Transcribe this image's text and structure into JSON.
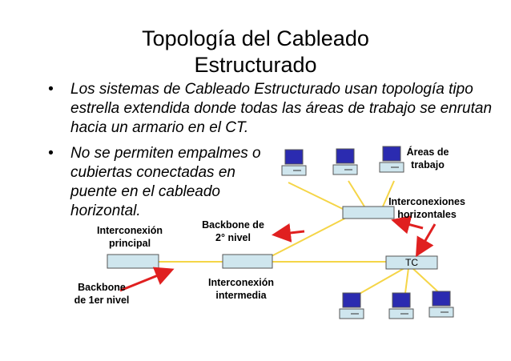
{
  "title": {
    "line1": "Topología del Cableado",
    "line2": "Estructurado"
  },
  "bullets": [
    "Los sistemas de Cableado Estructurado usan topología tipo estrella extendida donde todas las áreas de trabajo se enrutan hacia un armario en el CT.",
    "No se permiten empalmes o cubiertas conectadas en puente en el cableado horizontal."
  ],
  "bullet_marker": "•",
  "labels": {
    "areas_trabajo": [
      "Áreas de",
      "trabajo"
    ],
    "interconexiones_horizontales": [
      "Interconexiones",
      "horizontales"
    ],
    "backbone_2": [
      "Backbone de",
      "2° nivel"
    ],
    "interconexion_principal": [
      "Interconexión",
      "principal"
    ],
    "tc": "TC",
    "backbone_1": [
      "Backbone",
      "de 1er nivel"
    ],
    "interconexion_intermedia": [
      "Interconexión",
      "intermedia"
    ]
  },
  "colors": {
    "cable": "#f5d547",
    "arrow": "#e02020",
    "box_fill": "#cfe6ee",
    "monitor_screen": "#2b2bb0"
  },
  "icons": [
    "computer-icon",
    "arrow-icon"
  ]
}
